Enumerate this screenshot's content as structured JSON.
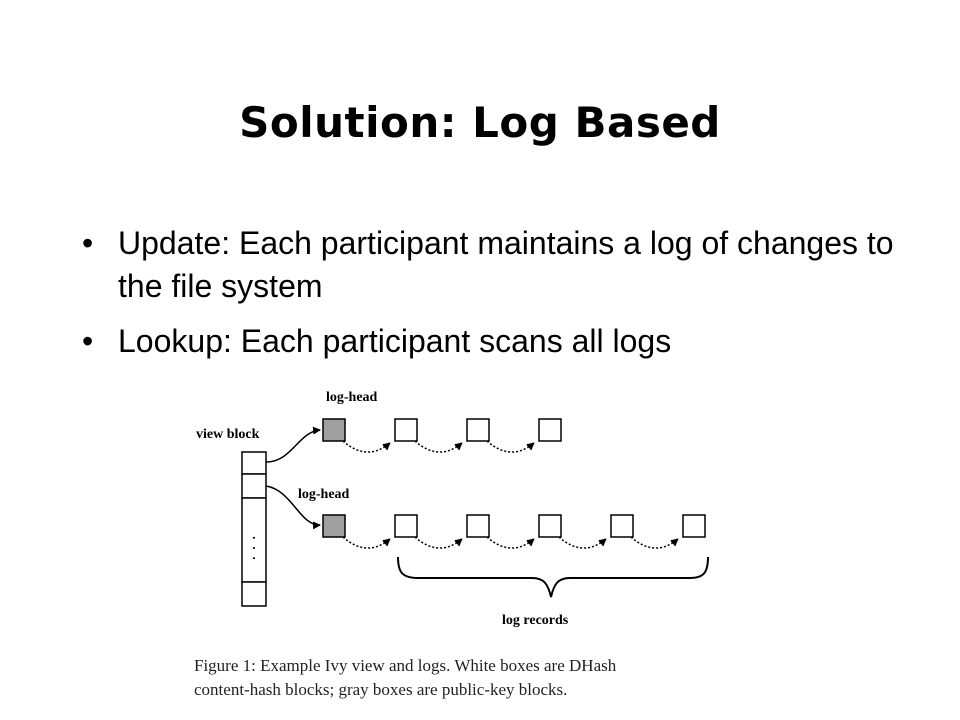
{
  "slide": {
    "title": "Solution: Log Based",
    "bullets": [
      {
        "mark": "•",
        "text": "Update: Each participant maintains a log of changes to the file system"
      },
      {
        "mark": "•",
        "text": "Lookup: Each participant scans all logs"
      }
    ]
  },
  "diagram": {
    "labels": {
      "view_block": "view block",
      "log_head_1": "log-head",
      "log_head_2": "log-head",
      "log_records": "log records"
    },
    "vertical_dots": "· · ·",
    "colors": {
      "gray_block": "#a0a0a0",
      "white_block": "#ffffff",
      "stroke": "#000000"
    }
  },
  "caption": {
    "line1": "Figure 1: Example Ivy view and logs. White boxes are DHash",
    "line2": "content-hash blocks; gray boxes are public-key blocks."
  }
}
